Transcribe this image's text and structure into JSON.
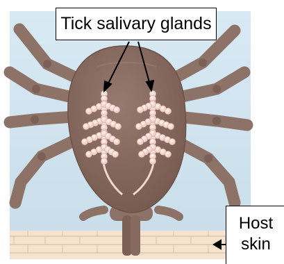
{
  "labels": {
    "glands": "Tick salivary glands",
    "host_line1": "Host",
    "host_line2": "skin"
  },
  "colors": {
    "background": "#cfe3ef",
    "tick_body": "#85685e",
    "tick_body_dark": "#6b5148",
    "leg": "#8d7267",
    "gland": "#f2d6cf",
    "skin": "#f4e4cf",
    "skin_line": "#dfc7a8"
  },
  "icons": [
    "tick-icon",
    "salivary-gland-cluster-icon",
    "arrow-icon"
  ]
}
